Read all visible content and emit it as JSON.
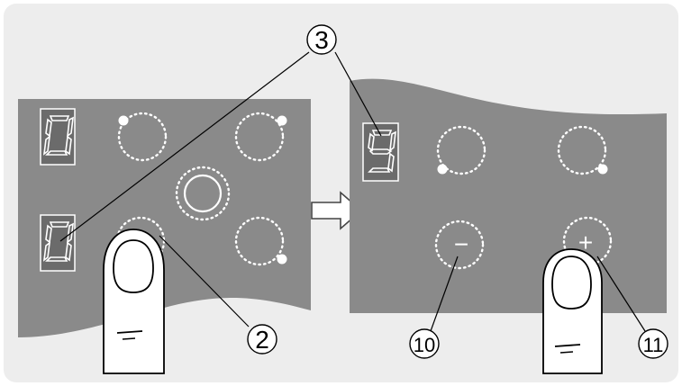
{
  "callouts": {
    "c3": "3",
    "c2": "2",
    "c10": "10",
    "c11": "11"
  },
  "left_panel": {
    "display_top": "0",
    "display_bottom": "0"
  },
  "right_panel": {
    "display": "9",
    "minus_symbol": "−",
    "plus_symbol": "+"
  },
  "colors": {
    "background": "#eeeeee",
    "panel": "#8c8c8c",
    "display_bg": "#6e6e6e",
    "segment": "#ffffff",
    "dots": "#ffffff"
  },
  "icons": [
    "finger-icon",
    "arrow-right-icon"
  ]
}
